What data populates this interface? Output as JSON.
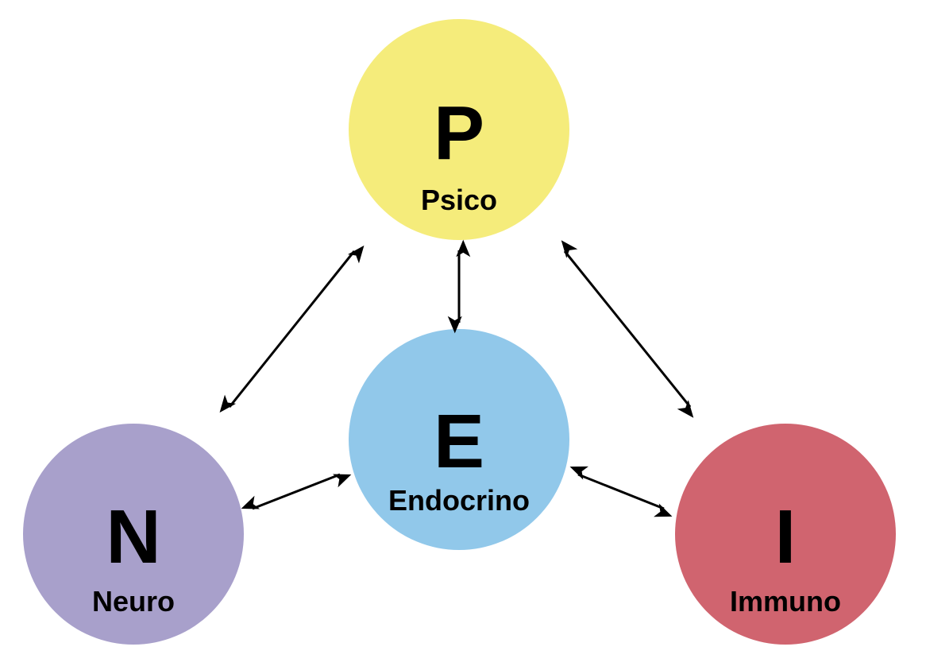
{
  "colors": {
    "psico": "#f5ec7b",
    "endocrino": "#91c8ea",
    "neuro": "#a8a0cb",
    "immuno": "#d0646f",
    "arrow": "#000000"
  },
  "nodes": {
    "psico": {
      "letter": "P",
      "label": "Psico"
    },
    "endocrino": {
      "letter": "E",
      "label": "Endocrino"
    },
    "neuro": {
      "letter": "N",
      "label": "Neuro"
    },
    "immuno": {
      "letter": "I",
      "label": "Immuno"
    }
  },
  "edges": [
    {
      "from": "neuro",
      "to": "psico",
      "bidirectional": true
    },
    {
      "from": "psico",
      "to": "endocrino",
      "bidirectional": true
    },
    {
      "from": "psico",
      "to": "immuno",
      "bidirectional": true
    },
    {
      "from": "neuro",
      "to": "endocrino",
      "bidirectional": true
    },
    {
      "from": "endocrino",
      "to": "immuno",
      "bidirectional": true
    }
  ]
}
